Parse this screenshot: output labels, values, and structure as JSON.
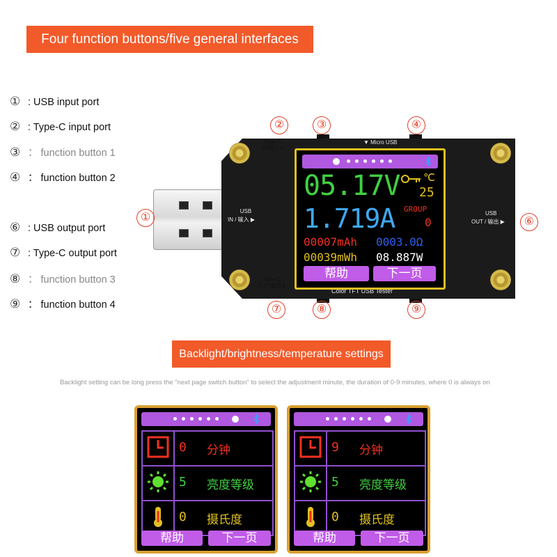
{
  "banners": {
    "title": "Four function buttons/five general interfaces",
    "settings": "Backlight/brightness/temperature settings"
  },
  "legend": [
    {
      "num": "①",
      "label": ": USB input port"
    },
    {
      "num": "②",
      "label": ": Type-C input port"
    },
    {
      "num": "③",
      "label": "： function button 1"
    },
    {
      "num": "④",
      "label": "： function button 2"
    },
    {
      "num": "⑥",
      "label": ": USB output port"
    },
    {
      "num": "⑦",
      "label": ": Type-C output port"
    },
    {
      "num": "⑧",
      "label": "： function button 3"
    },
    {
      "num": "⑨",
      "label": "： function button 4"
    }
  ],
  "callouts": {
    "c1": "①",
    "c2": "②",
    "c3": "③",
    "c4": "④",
    "c6": "⑥",
    "c7": "⑦",
    "c8": "⑧",
    "c9": "⑨"
  },
  "device_labels": {
    "typec_in_1": "Type-C",
    "typec_in_2": "IN/输入 ▸",
    "micro_usb": "▼ Micro USB",
    "usb_in_1": "USB",
    "usb_in_2": "IN / 输入 ▶",
    "usb_out_1": "USB",
    "usb_out_2": "OUT / 输出 ▶",
    "typec_out_1": "Type-C",
    "typec_out_2": "OUT/输出 ▸",
    "model": "Color TFT USB Tester"
  },
  "screen": {
    "voltage": "05.17V",
    "temp_unit": "℃",
    "temperature": "25",
    "current": "1.719A",
    "group_label": "GROUP",
    "group_value": "0",
    "capacity": "00007mAh",
    "resistance": "0003.0Ω",
    "energy": "00039mWh",
    "power": "08.887W",
    "help_button": "帮助",
    "next_button": "下一页",
    "bluetooth_icon": "bluetooth-icon"
  },
  "note": "Backlight setting can be long press the \"next page switch button\" to select the adjustment minute, the duration of 0-9 minutes, where 0 is always on",
  "settings_screens": [
    {
      "minutes": "0",
      "minutes_label": "分钟",
      "brightness": "5",
      "brightness_label": "亮度等级",
      "temp_mode": "0",
      "temp_label": "摄氏度",
      "help": "帮助",
      "next": "下一页"
    },
    {
      "minutes": "9",
      "minutes_label": "分钟",
      "brightness": "5",
      "brightness_label": "亮度等级",
      "temp_mode": "0",
      "temp_label": "摄氏度",
      "help": "帮助",
      "next": "下一页"
    }
  ],
  "colors": {
    "banner": "#f25a2a",
    "screen_purple": "#b058e0",
    "voltage_green": "#40d040",
    "current_blue": "#40a8f0",
    "red": "#f03020"
  }
}
